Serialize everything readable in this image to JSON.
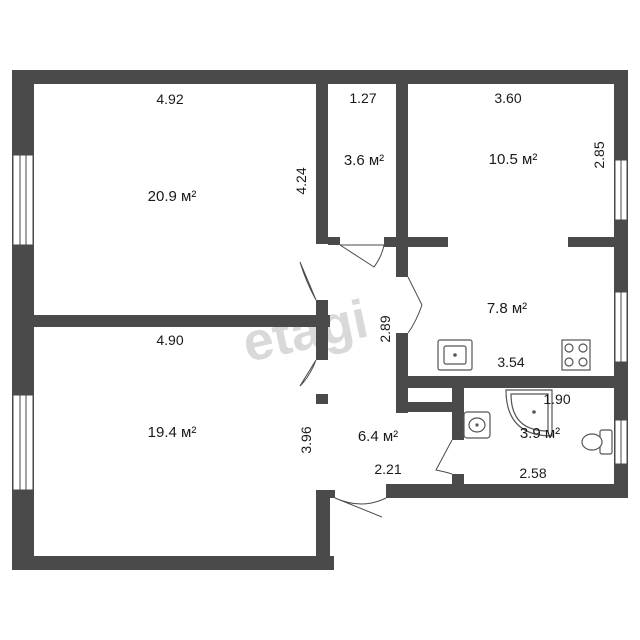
{
  "watermark": "etagi",
  "rooms": {
    "bedroom_top": {
      "area": "20.9 м²",
      "width": "4.92",
      "height": "4.24"
    },
    "bedroom_bottom": {
      "area": "19.4 м²",
      "width": "4.90",
      "height": "3.96"
    },
    "pantry": {
      "area": "3.6 м²",
      "width": "1.27"
    },
    "room_top_right": {
      "area": "10.5 м²",
      "width": "3.60",
      "height": "2.85"
    },
    "kitchen": {
      "area": "7.8 м²",
      "width": "3.54"
    },
    "hallway": {
      "area": "6.4 м²",
      "width": "2.21",
      "height": "2.89"
    },
    "bathroom": {
      "area": "3.9 м²",
      "width": "2.58",
      "height": "1.90"
    }
  }
}
